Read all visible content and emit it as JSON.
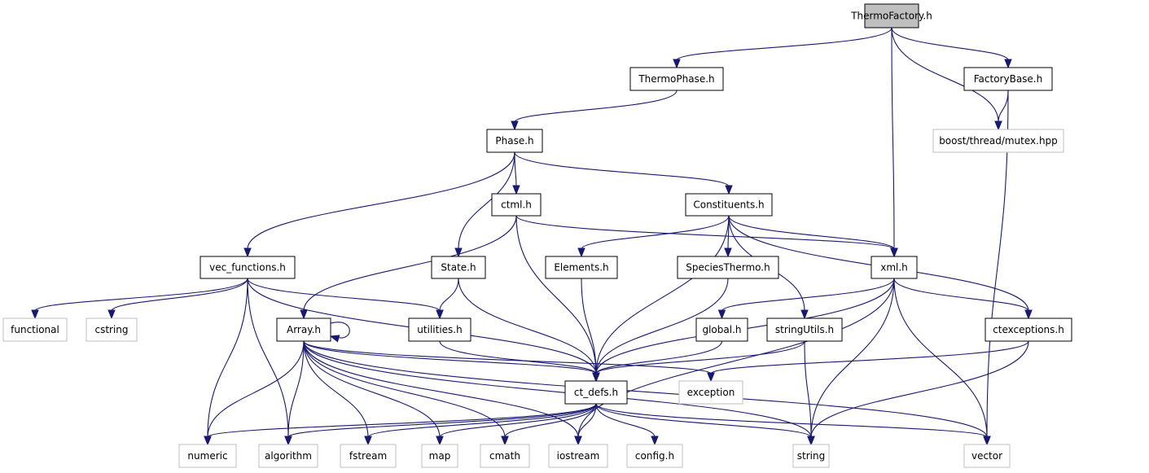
{
  "colors": {
    "edge": "#191970",
    "root_fill": "#bfbfbf",
    "external_border": "#bfbfbf",
    "internal_border": "#000000"
  },
  "nodes": [
    {
      "id": "thermofactory",
      "label": "ThermoFactory.h",
      "kind": "root"
    },
    {
      "id": "thermophase",
      "label": "ThermoPhase.h",
      "kind": "solid"
    },
    {
      "id": "factorybase",
      "label": "FactoryBase.h",
      "kind": "solid"
    },
    {
      "id": "boostmutex",
      "label": "boost/thread/mutex.hpp",
      "kind": "external"
    },
    {
      "id": "phase",
      "label": "Phase.h",
      "kind": "solid"
    },
    {
      "id": "ctml",
      "label": "ctml.h",
      "kind": "solid"
    },
    {
      "id": "constituents",
      "label": "Constituents.h",
      "kind": "solid"
    },
    {
      "id": "vecfunctions",
      "label": "vec_functions.h",
      "kind": "solid"
    },
    {
      "id": "state",
      "label": "State.h",
      "kind": "solid"
    },
    {
      "id": "elements",
      "label": "Elements.h",
      "kind": "solid"
    },
    {
      "id": "speciesthermo",
      "label": "SpeciesThermo.h",
      "kind": "solid"
    },
    {
      "id": "xml",
      "label": "xml.h",
      "kind": "solid"
    },
    {
      "id": "functional",
      "label": "functional",
      "kind": "external"
    },
    {
      "id": "cstring",
      "label": "cstring",
      "kind": "external"
    },
    {
      "id": "array",
      "label": "Array.h",
      "kind": "solid"
    },
    {
      "id": "utilities",
      "label": "utilities.h",
      "kind": "solid"
    },
    {
      "id": "global",
      "label": "global.h",
      "kind": "solid"
    },
    {
      "id": "stringutils",
      "label": "stringUtils.h",
      "kind": "solid"
    },
    {
      "id": "ctexceptions",
      "label": "ctexceptions.h",
      "kind": "solid"
    },
    {
      "id": "ctdefs",
      "label": "ct_defs.h",
      "kind": "solid"
    },
    {
      "id": "exception",
      "label": "exception",
      "kind": "external"
    },
    {
      "id": "numeric",
      "label": "numeric",
      "kind": "external"
    },
    {
      "id": "algorithm",
      "label": "algorithm",
      "kind": "external"
    },
    {
      "id": "fstream",
      "label": "fstream",
      "kind": "external"
    },
    {
      "id": "map",
      "label": "map",
      "kind": "external"
    },
    {
      "id": "cmath",
      "label": "cmath",
      "kind": "external"
    },
    {
      "id": "iostream",
      "label": "iostream",
      "kind": "external"
    },
    {
      "id": "config",
      "label": "config.h",
      "kind": "external"
    },
    {
      "id": "string",
      "label": "string",
      "kind": "external"
    },
    {
      "id": "vector",
      "label": "vector",
      "kind": "external"
    }
  ],
  "edges": [
    [
      "thermofactory",
      "thermophase"
    ],
    [
      "thermofactory",
      "factorybase"
    ],
    [
      "thermofactory",
      "boostmutex"
    ],
    [
      "thermofactory",
      "xml"
    ],
    [
      "thermophase",
      "phase"
    ],
    [
      "factorybase",
      "boostmutex"
    ],
    [
      "factorybase",
      "vector"
    ],
    [
      "phase",
      "ctml"
    ],
    [
      "phase",
      "constituents"
    ],
    [
      "phase",
      "vecfunctions"
    ],
    [
      "phase",
      "state"
    ],
    [
      "ctml",
      "xml"
    ],
    [
      "ctml",
      "array"
    ],
    [
      "ctml",
      "ctdefs"
    ],
    [
      "constituents",
      "elements"
    ],
    [
      "constituents",
      "speciesthermo"
    ],
    [
      "constituents",
      "xml"
    ],
    [
      "constituents",
      "stringutils"
    ],
    [
      "constituents",
      "ctexceptions"
    ],
    [
      "constituents",
      "ctdefs"
    ],
    [
      "vecfunctions",
      "functional"
    ],
    [
      "vecfunctions",
      "cstring"
    ],
    [
      "vecfunctions",
      "numeric"
    ],
    [
      "vecfunctions",
      "algorithm"
    ],
    [
      "vecfunctions",
      "utilities"
    ],
    [
      "vecfunctions",
      "ctdefs"
    ],
    [
      "state",
      "utilities"
    ],
    [
      "state",
      "ctdefs"
    ],
    [
      "elements",
      "ctdefs"
    ],
    [
      "speciesthermo",
      "ctdefs"
    ],
    [
      "xml",
      "global"
    ],
    [
      "xml",
      "ctexceptions"
    ],
    [
      "xml",
      "ctdefs"
    ],
    [
      "xml",
      "string"
    ],
    [
      "xml",
      "iostream"
    ],
    [
      "xml",
      "vector"
    ],
    [
      "array",
      "array"
    ],
    [
      "array",
      "numeric"
    ],
    [
      "array",
      "algorithm"
    ],
    [
      "array",
      "fstream"
    ],
    [
      "array",
      "map"
    ],
    [
      "array",
      "cmath"
    ],
    [
      "array",
      "iostream"
    ],
    [
      "array",
      "exception"
    ],
    [
      "array",
      "string"
    ],
    [
      "array",
      "vector"
    ],
    [
      "array",
      "ctdefs"
    ],
    [
      "utilities",
      "ctdefs"
    ],
    [
      "global",
      "ctdefs"
    ],
    [
      "stringutils",
      "ctdefs"
    ],
    [
      "stringutils",
      "string"
    ],
    [
      "ctexceptions",
      "exception"
    ],
    [
      "ctexceptions",
      "string"
    ],
    [
      "ctdefs",
      "numeric"
    ],
    [
      "ctdefs",
      "algorithm"
    ],
    [
      "ctdefs",
      "fstream"
    ],
    [
      "ctdefs",
      "map"
    ],
    [
      "ctdefs",
      "cmath"
    ],
    [
      "ctdefs",
      "iostream"
    ],
    [
      "ctdefs",
      "config"
    ],
    [
      "ctdefs",
      "string"
    ],
    [
      "ctdefs",
      "vector"
    ]
  ]
}
